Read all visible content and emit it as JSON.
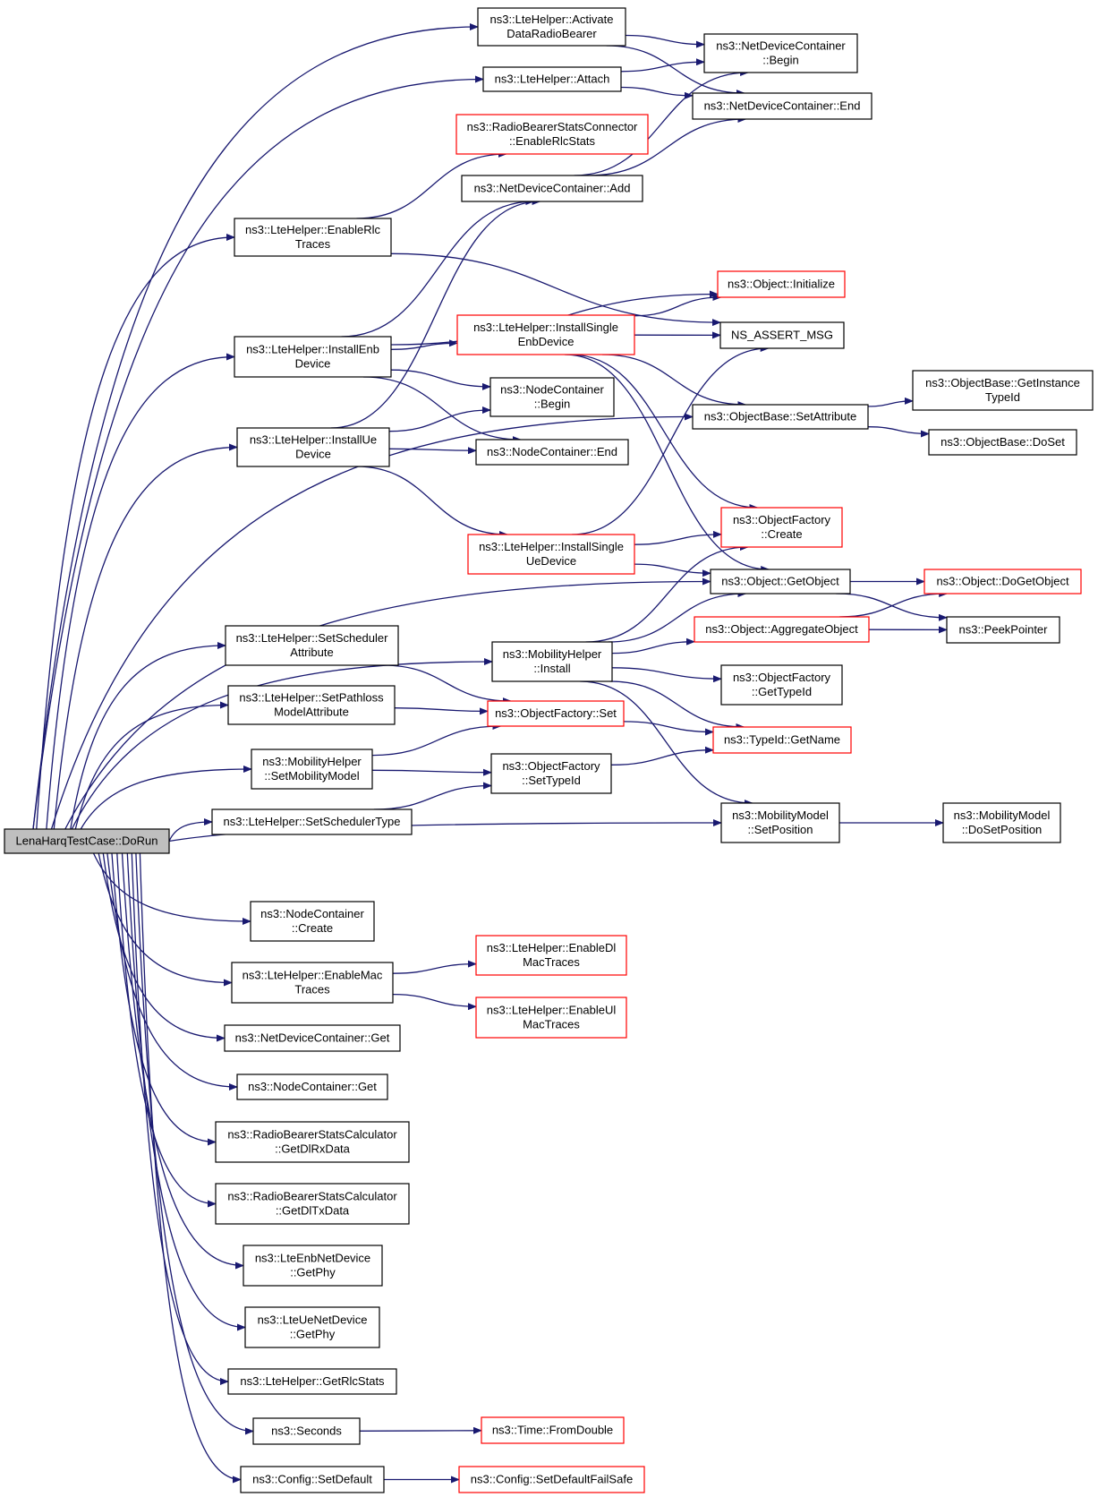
{
  "colors": {
    "edge": "#191970",
    "box_normal": "#000000",
    "box_truncated": "#ff0000",
    "root_fill": "#bfbfbf",
    "node_fill": "#ffffff"
  },
  "nodes": [
    {
      "id": "root",
      "lines": [
        "LenaHarqTestCase::DoRun"
      ],
      "style": "root"
    },
    {
      "id": "activate",
      "lines": [
        "ns3::LteHelper::Activate",
        "DataRadioBearer"
      ],
      "style": "normal"
    },
    {
      "id": "attach",
      "lines": [
        "ns3::LteHelper::Attach"
      ],
      "style": "normal"
    },
    {
      "id": "enablerlcstatsconn",
      "lines": [
        "ns3::RadioBearerStatsConnector",
        "::EnableRlcStats"
      ],
      "style": "truncated"
    },
    {
      "id": "ndcadd",
      "lines": [
        "ns3::NetDeviceContainer::Add"
      ],
      "style": "normal"
    },
    {
      "id": "enablerlctraces",
      "lines": [
        "ns3::LteHelper::EnableRlc",
        "Traces"
      ],
      "style": "normal"
    },
    {
      "id": "ndcbegin",
      "lines": [
        "ns3::NetDeviceContainer",
        "::Begin"
      ],
      "style": "normal"
    },
    {
      "id": "ndcend",
      "lines": [
        "ns3::NetDeviceContainer::End"
      ],
      "style": "normal"
    },
    {
      "id": "objinit",
      "lines": [
        "ns3::Object::Initialize"
      ],
      "style": "truncated"
    },
    {
      "id": "assert",
      "lines": [
        "NS_ASSERT_MSG"
      ],
      "style": "normal"
    },
    {
      "id": "installenb",
      "lines": [
        "ns3::LteHelper::InstallEnb",
        "Device"
      ],
      "style": "normal"
    },
    {
      "id": "installsingleenb",
      "lines": [
        "ns3::LteHelper::InstallSingle",
        "EnbDevice"
      ],
      "style": "truncated"
    },
    {
      "id": "ncbegin",
      "lines": [
        "ns3::NodeContainer",
        "::Begin"
      ],
      "style": "normal"
    },
    {
      "id": "ncend",
      "lines": [
        "ns3::NodeContainer::End"
      ],
      "style": "normal"
    },
    {
      "id": "installue",
      "lines": [
        "ns3::LteHelper::InstallUe",
        "Device"
      ],
      "style": "normal"
    },
    {
      "id": "setattribute",
      "lines": [
        "ns3::ObjectBase::SetAttribute"
      ],
      "style": "normal"
    },
    {
      "id": "getinstancetypeid",
      "lines": [
        "ns3::ObjectBase::GetInstance",
        "TypeId"
      ],
      "style": "normal"
    },
    {
      "id": "doset",
      "lines": [
        "ns3::ObjectBase::DoSet"
      ],
      "style": "normal"
    },
    {
      "id": "installsingleue",
      "lines": [
        "ns3::LteHelper::InstallSingle",
        "UeDevice"
      ],
      "style": "truncated"
    },
    {
      "id": "ofcreate",
      "lines": [
        "ns3::ObjectFactory",
        "::Create"
      ],
      "style": "truncated"
    },
    {
      "id": "getobject",
      "lines": [
        "ns3::Object::GetObject"
      ],
      "style": "normal"
    },
    {
      "id": "dogetobject",
      "lines": [
        "ns3::Object::DoGetObject"
      ],
      "style": "truncated"
    },
    {
      "id": "mobinstall",
      "lines": [
        "ns3::MobilityHelper",
        "::Install"
      ],
      "style": "normal"
    },
    {
      "id": "setschedattr",
      "lines": [
        "ns3::LteHelper::SetScheduler",
        "Attribute"
      ],
      "style": "normal"
    },
    {
      "id": "aggregate",
      "lines": [
        "ns3::Object::AggregateObject"
      ],
      "style": "truncated"
    },
    {
      "id": "peekpointer",
      "lines": [
        "ns3::PeekPointer"
      ],
      "style": "normal"
    },
    {
      "id": "ofgettypeid",
      "lines": [
        "ns3::ObjectFactory",
        "::GetTypeId"
      ],
      "style": "normal"
    },
    {
      "id": "setpathloss",
      "lines": [
        "ns3::LteHelper::SetPathloss",
        "ModelAttribute"
      ],
      "style": "normal"
    },
    {
      "id": "ofset",
      "lines": [
        "ns3::ObjectFactory::Set"
      ],
      "style": "truncated"
    },
    {
      "id": "typeidgetname",
      "lines": [
        "ns3::TypeId::GetName"
      ],
      "style": "truncated"
    },
    {
      "id": "setmobmodel",
      "lines": [
        "ns3::MobilityHelper",
        "::SetMobilityModel"
      ],
      "style": "normal"
    },
    {
      "id": "ofsettypeid",
      "lines": [
        "ns3::ObjectFactory",
        "::SetTypeId"
      ],
      "style": "normal"
    },
    {
      "id": "setschedtype",
      "lines": [
        "ns3::LteHelper::SetSchedulerType"
      ],
      "style": "normal"
    },
    {
      "id": "mmsetpos",
      "lines": [
        "ns3::MobilityModel",
        "::SetPosition"
      ],
      "style": "normal"
    },
    {
      "id": "mmdosetpos",
      "lines": [
        "ns3::MobilityModel",
        "::DoSetPosition"
      ],
      "style": "normal"
    },
    {
      "id": "nccreate",
      "lines": [
        "ns3::NodeContainer",
        "::Create"
      ],
      "style": "normal"
    },
    {
      "id": "enablemac",
      "lines": [
        "ns3::LteHelper::EnableMac",
        "Traces"
      ],
      "style": "normal"
    },
    {
      "id": "enabledlmac",
      "lines": [
        "ns3::LteHelper::EnableDl",
        "MacTraces"
      ],
      "style": "truncated"
    },
    {
      "id": "enableulmac",
      "lines": [
        "ns3::LteHelper::EnableUl",
        "MacTraces"
      ],
      "style": "truncated"
    },
    {
      "id": "ndcget",
      "lines": [
        "ns3::NetDeviceContainer::Get"
      ],
      "style": "normal"
    },
    {
      "id": "ncget",
      "lines": [
        "ns3::NodeContainer::Get"
      ],
      "style": "normal"
    },
    {
      "id": "getdlrx",
      "lines": [
        "ns3::RadioBearerStatsCalculator",
        "::GetDlRxData"
      ],
      "style": "normal"
    },
    {
      "id": "getdltx",
      "lines": [
        "ns3::RadioBearerStatsCalculator",
        "::GetDlTxData"
      ],
      "style": "normal"
    },
    {
      "id": "enbgetphy",
      "lines": [
        "ns3::LteEnbNetDevice",
        "::GetPhy"
      ],
      "style": "normal"
    },
    {
      "id": "uegetphy",
      "lines": [
        "ns3::LteUeNetDevice",
        "::GetPhy"
      ],
      "style": "normal"
    },
    {
      "id": "getrlcstats",
      "lines": [
        "ns3::LteHelper::GetRlcStats"
      ],
      "style": "normal"
    },
    {
      "id": "seconds",
      "lines": [
        "ns3::Seconds"
      ],
      "style": "normal"
    },
    {
      "id": "fromdouble",
      "lines": [
        "ns3::Time::FromDouble"
      ],
      "style": "truncated"
    },
    {
      "id": "setdefault",
      "lines": [
        "ns3::Config::SetDefault"
      ],
      "style": "normal"
    },
    {
      "id": "setdefaultfailsafe",
      "lines": [
        "ns3::Config::SetDefaultFailSafe"
      ],
      "style": "truncated"
    }
  ],
  "edges": [
    [
      "root",
      "activate"
    ],
    [
      "root",
      "attach"
    ],
    [
      "root",
      "enablerlctraces"
    ],
    [
      "root",
      "installenb"
    ],
    [
      "root",
      "installue"
    ],
    [
      "root",
      "setattribute"
    ],
    [
      "root",
      "getobject"
    ],
    [
      "root",
      "mobinstall"
    ],
    [
      "root",
      "setschedattr"
    ],
    [
      "root",
      "setpathloss"
    ],
    [
      "root",
      "setmobmodel"
    ],
    [
      "root",
      "setschedtype"
    ],
    [
      "root",
      "mmsetpos"
    ],
    [
      "root",
      "nccreate"
    ],
    [
      "root",
      "enablemac"
    ],
    [
      "root",
      "ndcget"
    ],
    [
      "root",
      "ncget"
    ],
    [
      "root",
      "getdlrx"
    ],
    [
      "root",
      "getdltx"
    ],
    [
      "root",
      "enbgetphy"
    ],
    [
      "root",
      "uegetphy"
    ],
    [
      "root",
      "getrlcstats"
    ],
    [
      "root",
      "seconds"
    ],
    [
      "root",
      "setdefault"
    ],
    [
      "activate",
      "ndcbegin"
    ],
    [
      "activate",
      "ndcend"
    ],
    [
      "attach",
      "ndcbegin"
    ],
    [
      "attach",
      "ndcend"
    ],
    [
      "ndcadd",
      "ndcbegin"
    ],
    [
      "ndcadd",
      "ndcend"
    ],
    [
      "enablerlctraces",
      "enablerlcstatsconn"
    ],
    [
      "enablerlctraces",
      "assert"
    ],
    [
      "installenb",
      "ndcadd"
    ],
    [
      "installenb",
      "objinit"
    ],
    [
      "installenb",
      "installsingleenb"
    ],
    [
      "installenb",
      "ncbegin"
    ],
    [
      "installenb",
      "ncend"
    ],
    [
      "installsingleenb",
      "objinit"
    ],
    [
      "installsingleenb",
      "assert"
    ],
    [
      "installsingleenb",
      "setattribute"
    ],
    [
      "installsingleenb",
      "ofcreate"
    ],
    [
      "installsingleenb",
      "getobject"
    ],
    [
      "installue",
      "ndcadd"
    ],
    [
      "installue",
      "ncbegin"
    ],
    [
      "installue",
      "ncend"
    ],
    [
      "installue",
      "installsingleue"
    ],
    [
      "installsingleue",
      "assert"
    ],
    [
      "installsingleue",
      "ofcreate"
    ],
    [
      "installsingleue",
      "getobject"
    ],
    [
      "setattribute",
      "getinstancetypeid"
    ],
    [
      "setattribute",
      "doset"
    ],
    [
      "getobject",
      "dogetobject"
    ],
    [
      "getobject",
      "peekpointer"
    ],
    [
      "mobinstall",
      "ofcreate"
    ],
    [
      "mobinstall",
      "getobject"
    ],
    [
      "mobinstall",
      "aggregate"
    ],
    [
      "mobinstall",
      "ofgettypeid"
    ],
    [
      "mobinstall",
      "typeidgetname"
    ],
    [
      "mobinstall",
      "mmsetpos"
    ],
    [
      "aggregate",
      "dogetobject"
    ],
    [
      "aggregate",
      "peekpointer"
    ],
    [
      "setschedattr",
      "ofset"
    ],
    [
      "setpathloss",
      "ofset"
    ],
    [
      "setmobmodel",
      "ofset"
    ],
    [
      "setmobmodel",
      "ofsettypeid"
    ],
    [
      "setschedtype",
      "ofsettypeid"
    ],
    [
      "ofset",
      "typeidgetname"
    ],
    [
      "ofsettypeid",
      "typeidgetname"
    ],
    [
      "mmsetpos",
      "mmdosetpos"
    ],
    [
      "enablemac",
      "enabledlmac"
    ],
    [
      "enablemac",
      "enableulmac"
    ],
    [
      "seconds",
      "fromdouble"
    ],
    [
      "setdefault",
      "setdefaultfailsafe"
    ]
  ]
}
